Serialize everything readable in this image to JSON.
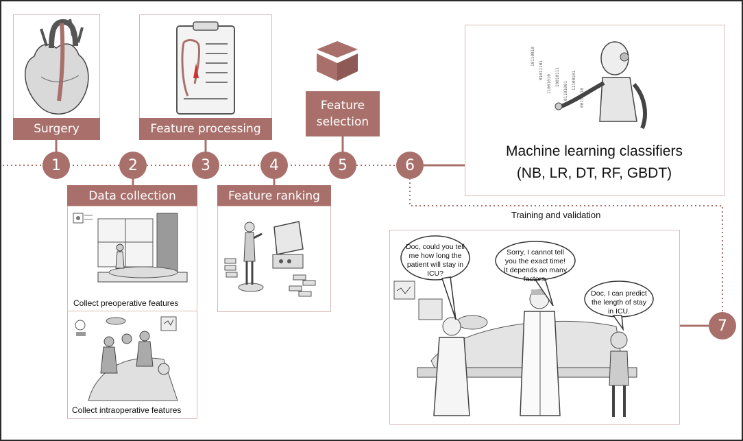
{
  "steps": {
    "surgery": "Surgery",
    "data_collection": "Data collection",
    "feature_processing": "Feature processing",
    "feature_ranking": "Feature ranking",
    "feature_selection_line1": "Feature",
    "feature_selection_line2": "selection",
    "ml_title": "Machine learning classifiers",
    "ml_subtitle": "(NB, LR, DT, RF, GBDT)",
    "training": "Training and validation"
  },
  "captions": {
    "preop": "Collect preoperative features",
    "intraop": "Collect intraoperative features"
  },
  "nodes": [
    "1",
    "2",
    "3",
    "4",
    "5",
    "6",
    "7"
  ],
  "speech": {
    "bubble1": "Doc, could you tell me how long the patient will stay in ICU?",
    "bubble2": "Sorry, I cannot tell you the exact time! It depends on many factors.",
    "bubble3": "Doc, I can predict the length of stay in ICU."
  },
  "colors": {
    "accent": "#a9706b",
    "frame": "#d8b9b4"
  },
  "icons": [
    "heart-icon",
    "clipboard-icon",
    "box-icon",
    "robot-icon",
    "hospital-room-icon",
    "operating-room-icon",
    "robot-machine-icon",
    "icu-scene-icon"
  ]
}
